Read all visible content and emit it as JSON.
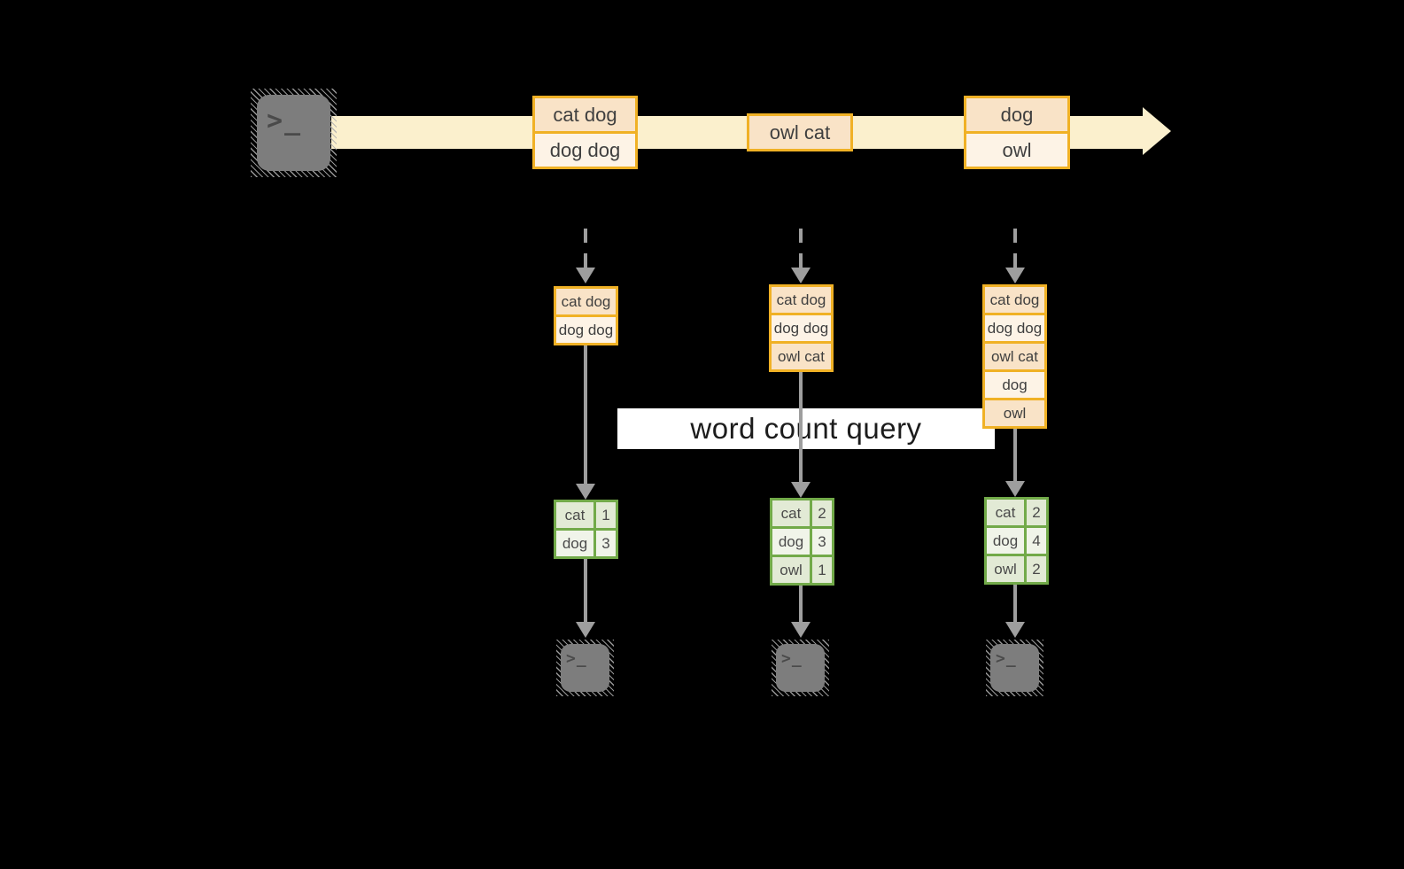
{
  "diagram": {
    "prompt": ">_",
    "banner": "word count query",
    "stream_events": [
      [
        "cat dog",
        "dog dog"
      ],
      [
        "owl cat"
      ],
      [
        "dog",
        "owl"
      ]
    ],
    "columns": [
      {
        "buffer": [
          "cat dog",
          "dog dog"
        ],
        "counts": [
          [
            "cat",
            "1"
          ],
          [
            "dog",
            "3"
          ]
        ]
      },
      {
        "buffer": [
          "cat dog",
          "dog dog",
          "owl cat"
        ],
        "counts": [
          [
            "cat",
            "2"
          ],
          [
            "dog",
            "3"
          ],
          [
            "owl",
            "1"
          ]
        ]
      },
      {
        "buffer": [
          "cat dog",
          "dog dog",
          "owl cat",
          "dog",
          "owl"
        ],
        "counts": [
          [
            "cat",
            "2"
          ],
          [
            "dog",
            "4"
          ],
          [
            "owl",
            "2"
          ]
        ]
      }
    ],
    "colors": {
      "background": "#000000",
      "stream_band": "#fbf0cd",
      "event_border": "#f0b125",
      "event_fill_dark": "#f9e3c7",
      "event_fill_light": "#fdf3e6",
      "table_border": "#72aa49",
      "table_fill_dark": "#e2ead5",
      "table_fill_light": "#f0f4e9",
      "arrow_gray": "#9e9e9e",
      "terminal_gray": "#7d7d7d",
      "banner_bg": "#ffffff"
    }
  }
}
